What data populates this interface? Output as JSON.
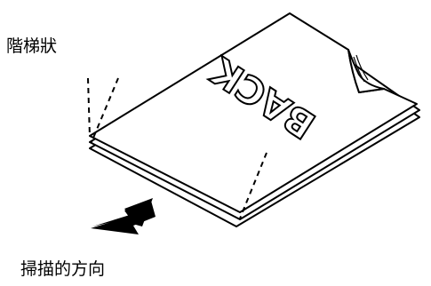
{
  "labels": {
    "stair_label": "階梯狀",
    "direction_label": "掃描的方向",
    "sheet_text": "BACK"
  },
  "colors": {
    "line": "#000000",
    "paper": "#ffffff"
  },
  "icons": {
    "arrow": "scan-direction-arrow-icon",
    "curl": "page-corner-curl-icon"
  }
}
